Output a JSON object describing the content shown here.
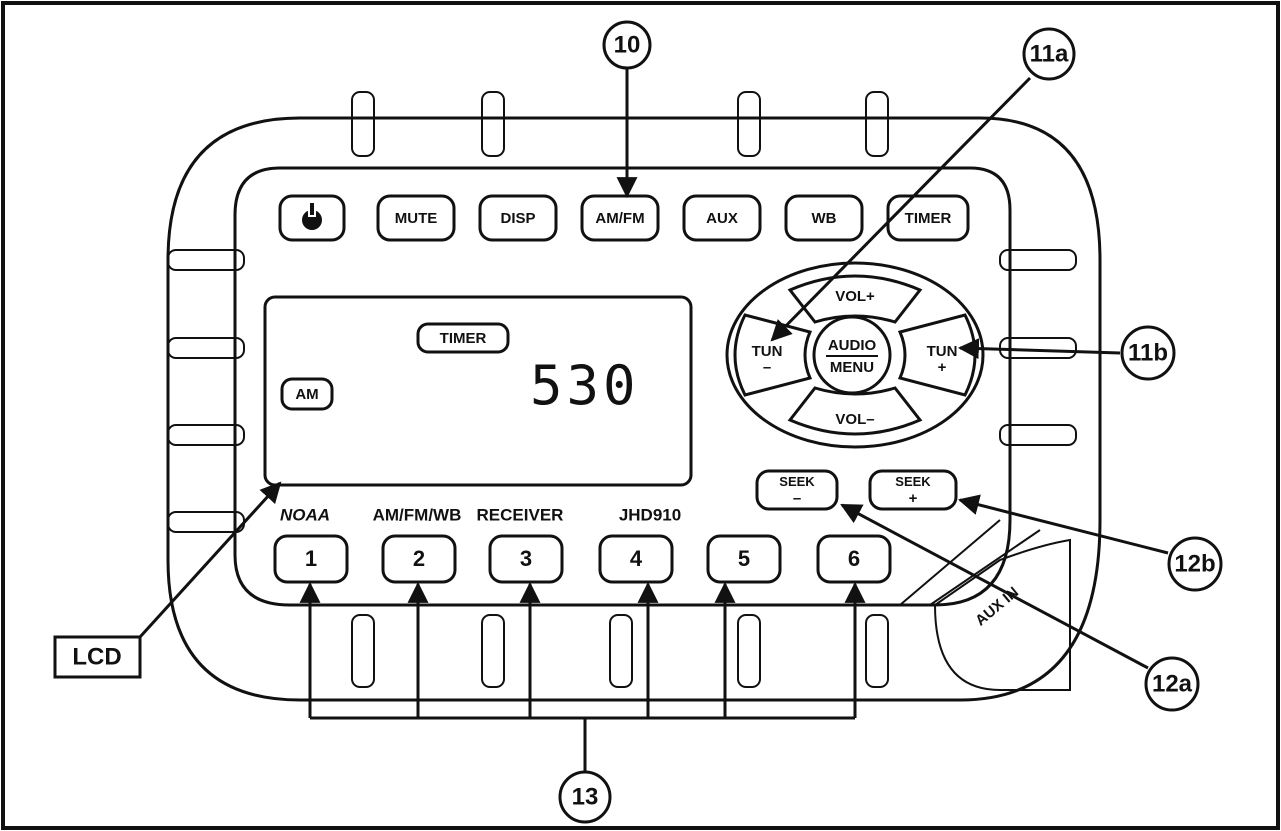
{
  "controls": {
    "power_icon": "power-icon",
    "top_buttons": [
      "MUTE",
      "DISP",
      "AM/FM",
      "AUX",
      "WB",
      "TIMER"
    ],
    "dpad": {
      "up": "VOL+",
      "down": "VOL–",
      "left": "TUN",
      "right": "TUN",
      "center_top": "AUDIO",
      "center_bottom": "MENU",
      "left_sign": "–",
      "right_sign": "+"
    },
    "seek_minus": {
      "label": "SEEK",
      "sign": "–"
    },
    "seek_plus": {
      "label": "SEEK",
      "sign": "+"
    },
    "preset_captions": [
      "NOAA",
      "AM/FM/WB",
      "RECEIVER",
      "JHD910"
    ],
    "presets": [
      "1",
      "2",
      "3",
      "4",
      "5",
      "6"
    ],
    "aux_in": "AUX IN"
  },
  "lcd": {
    "timer": "TIMER",
    "band": "AM",
    "frequency": "530"
  },
  "callouts": {
    "c10": "10",
    "c11a": "11a",
    "c11b": "11b",
    "c12a": "12a",
    "c12b": "12b",
    "c13": "13",
    "lcd": "LCD"
  }
}
